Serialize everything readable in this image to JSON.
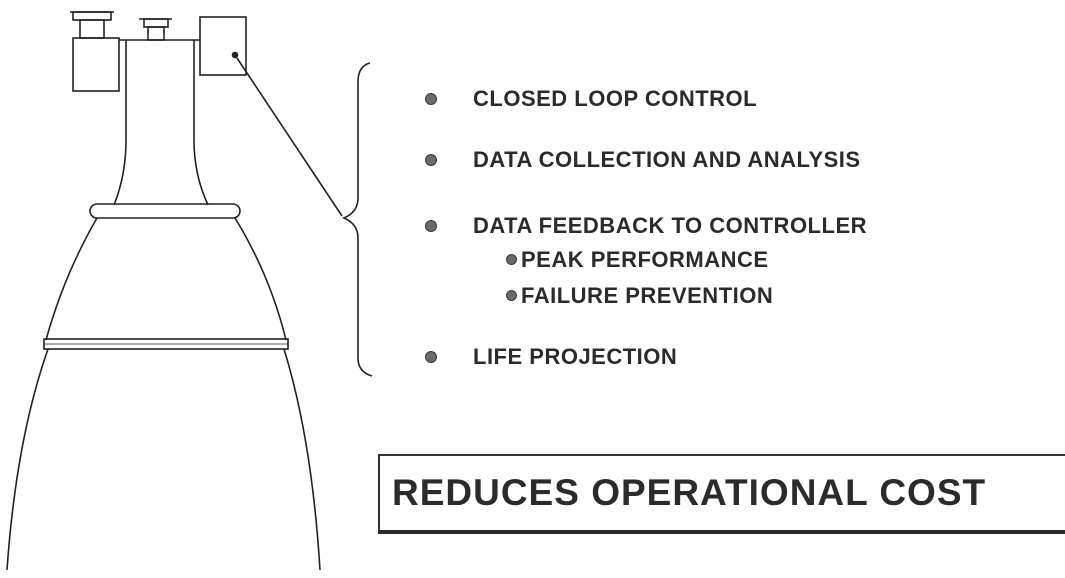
{
  "bullets": {
    "item1": "CLOSED LOOP CONTROL",
    "item2": "DATA COLLECTION AND ANALYSIS",
    "item3": "DATA FEEDBACK TO CONTROLLER",
    "item3_sub1": "PEAK PERFORMANCE",
    "item3_sub2": "FAILURE PREVENTION",
    "item4": "LIFE PROJECTION"
  },
  "summary": {
    "text": "REDUCES OPERATIONAL COST"
  },
  "colors": {
    "ink": "#2b2b2b",
    "background": "#ffffff"
  }
}
